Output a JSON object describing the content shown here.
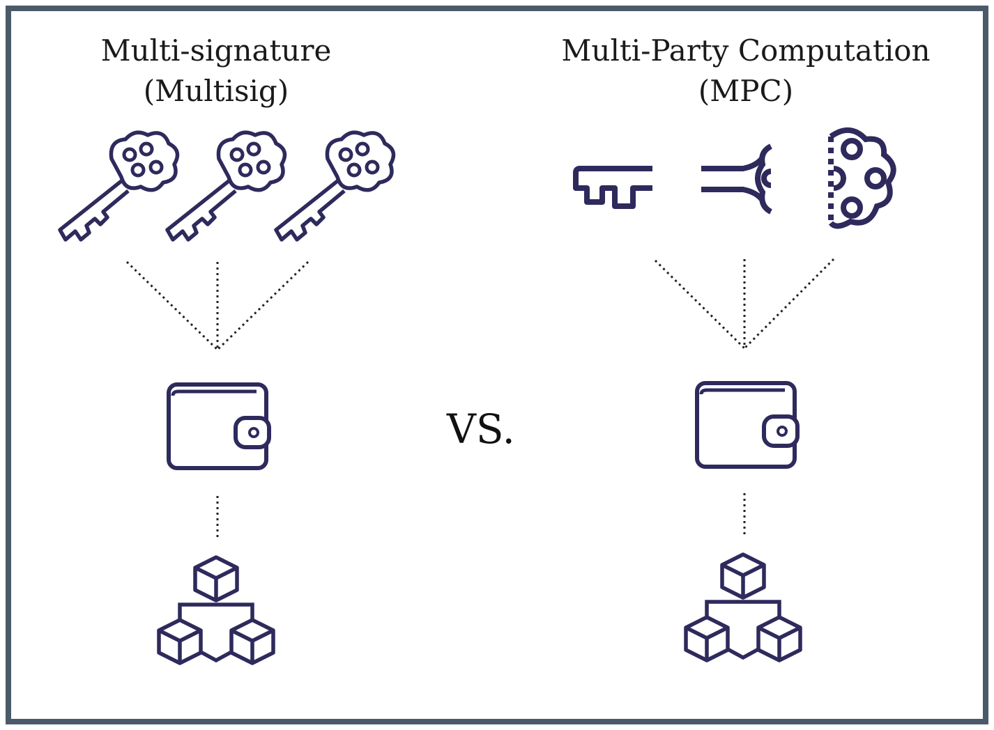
{
  "left": {
    "title_line1": "Multi-signature",
    "title_line2": "(Multisig)",
    "icons": [
      "key-icon",
      "key-icon",
      "key-icon",
      "wallet-icon",
      "blockchain-icon"
    ]
  },
  "right": {
    "title_line1": "Multi-Party Computation",
    "title_line2": "(MPC)",
    "icons": [
      "key-shard-bit-icon",
      "key-shard-shaft-icon",
      "key-shard-head-icon",
      "wallet-icon",
      "blockchain-icon"
    ]
  },
  "separator": "VS.",
  "colors": {
    "icon": "#2e2a5c",
    "frame": "#4b5a6a",
    "connector": "#222222"
  }
}
